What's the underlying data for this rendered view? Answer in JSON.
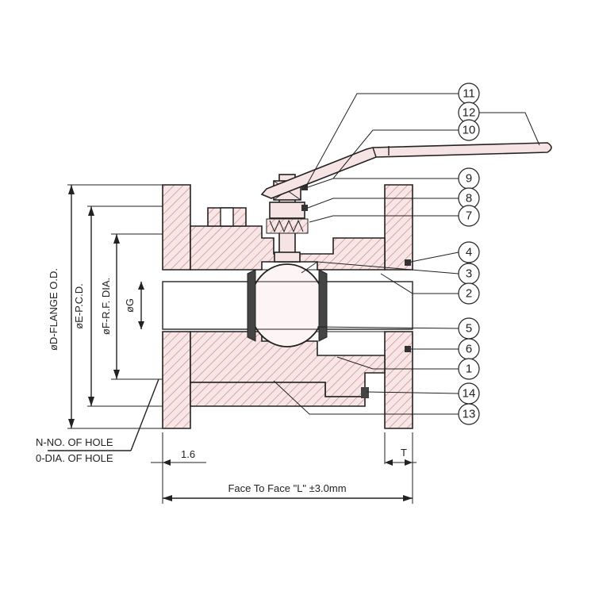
{
  "dimensions": {
    "flange_od": "øD-FLANGE O.D.",
    "pcd": "øE-P.C.D.",
    "rf_dia": "øF-R.F. DIA.",
    "bore": "øG",
    "holes_number": "N-NO. OF HOLE",
    "holes_dia": "0-DIA. OF HOLE",
    "rf_height": "1.6",
    "thickness": "T",
    "face_to_face": "Face To Face \"L\" ±3.0mm"
  },
  "balloons": [
    "11",
    "12",
    "10",
    "9",
    "8",
    "7",
    "4",
    "3",
    "2",
    "5",
    "6",
    "1",
    "14",
    "13"
  ],
  "colors": {
    "line": "#222222",
    "section_fill": "#f6e3e3",
    "hatch": "#c98b8b"
  }
}
